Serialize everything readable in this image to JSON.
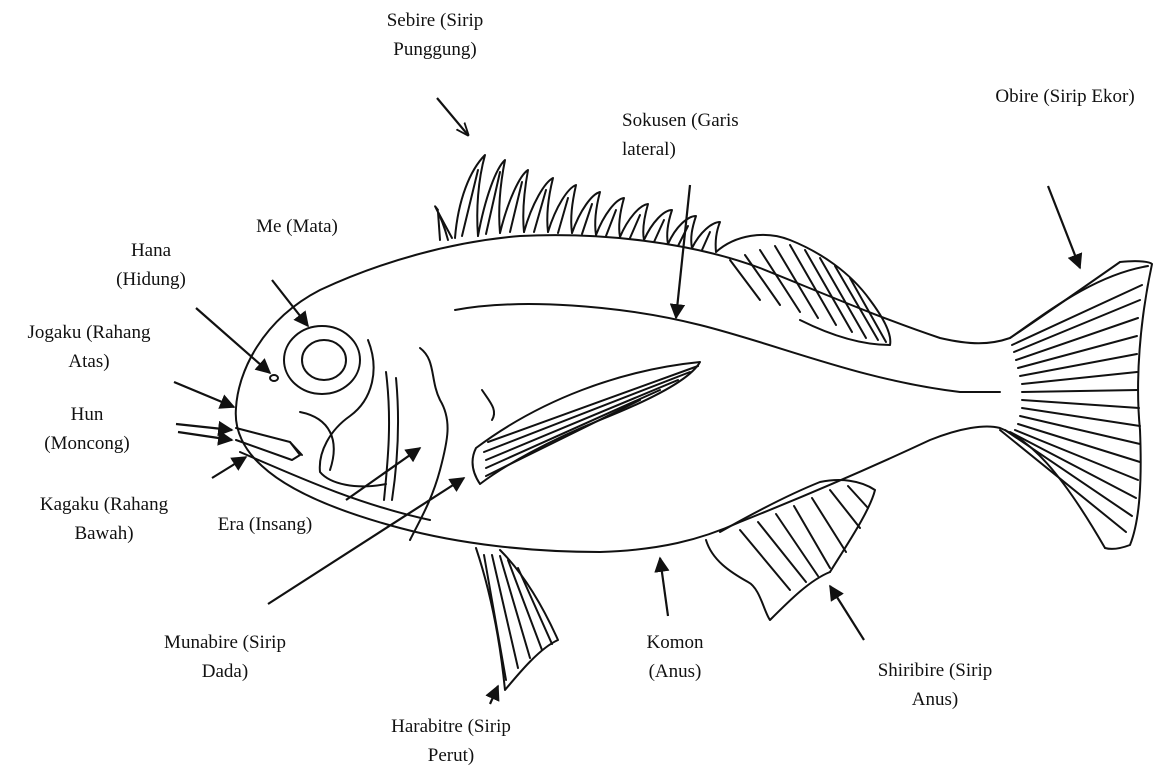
{
  "diagram": {
    "labels": [
      {
        "id": "sebire",
        "lines": [
          "Sebire (Sirip",
          "Punggung)"
        ]
      },
      {
        "id": "sokusen",
        "lines": [
          "Sokusen (Garis",
          "lateral)"
        ]
      },
      {
        "id": "obire",
        "lines": [
          "Obire (Sirip Ekor)"
        ]
      },
      {
        "id": "me",
        "lines": [
          "Me (Mata)"
        ]
      },
      {
        "id": "hana",
        "lines": [
          "Hana",
          "(Hidung)"
        ]
      },
      {
        "id": "jogaku",
        "lines": [
          "Jogaku (Rahang",
          "Atas)"
        ]
      },
      {
        "id": "hun",
        "lines": [
          "Hun",
          "(Moncong)"
        ]
      },
      {
        "id": "kagaku",
        "lines": [
          "Kagaku (Rahang",
          "Bawah)"
        ]
      },
      {
        "id": "era",
        "lines": [
          "Era (Insang)"
        ]
      },
      {
        "id": "munabire",
        "lines": [
          "Munabire (Sirip",
          "Dada)"
        ]
      },
      {
        "id": "komon",
        "lines": [
          "Komon",
          "(Anus)"
        ]
      },
      {
        "id": "shiribire",
        "lines": [
          "Shiribire (Sirip",
          "Anus)"
        ]
      },
      {
        "id": "harabitre",
        "lines": [
          "Harabitre (Sirip",
          "Perut)"
        ]
      }
    ]
  }
}
